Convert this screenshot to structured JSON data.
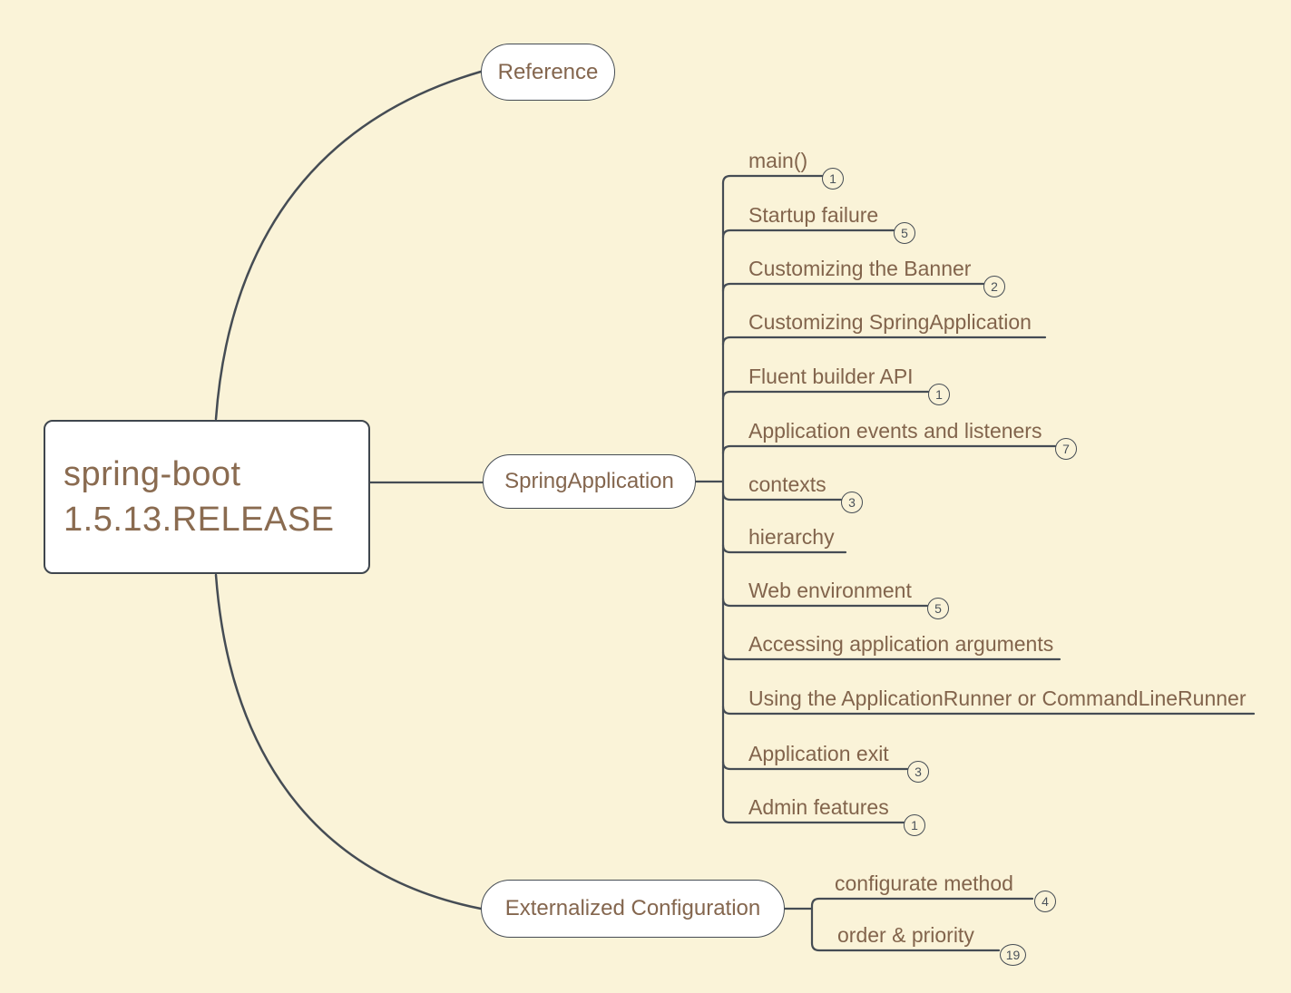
{
  "app": {
    "kind": "mind-map",
    "background_color": "#faf3d8",
    "wire_color": "#454c54",
    "node_fill": "#ffffff",
    "text_color": "#84664e",
    "badge_text_color": "#4a525a"
  },
  "root": {
    "title_line1": "spring-boot",
    "title_line2": "1.5.13.RELEASE"
  },
  "branches": {
    "reference": {
      "label": "Reference"
    },
    "spring_application": {
      "label": "SpringApplication",
      "children": [
        {
          "label": "main()",
          "badge": "1"
        },
        {
          "label": "Startup failure",
          "badge": "5"
        },
        {
          "label": "Customizing the Banner",
          "badge": "2"
        },
        {
          "label": "Customizing SpringApplication",
          "badge": null
        },
        {
          "label": "Fluent builder API",
          "badge": "1"
        },
        {
          "label": "Application events and listeners",
          "badge": "7"
        },
        {
          "label": "contexts",
          "badge": "3"
        },
        {
          "label": "hierarchy",
          "badge": null
        },
        {
          "label": "Web environment",
          "badge": "5"
        },
        {
          "label": "Accessing application arguments",
          "badge": null
        },
        {
          "label": "Using the ApplicationRunner or CommandLineRunner",
          "badge": null
        },
        {
          "label": "Application exit",
          "badge": "3"
        },
        {
          "label": "Admin features",
          "badge": "1"
        }
      ]
    },
    "externalized_configuration": {
      "label": "Externalized Configuration",
      "children": [
        {
          "label": "configurate method",
          "badge": "4"
        },
        {
          "label": "order & priority",
          "badge": "19"
        }
      ]
    }
  }
}
